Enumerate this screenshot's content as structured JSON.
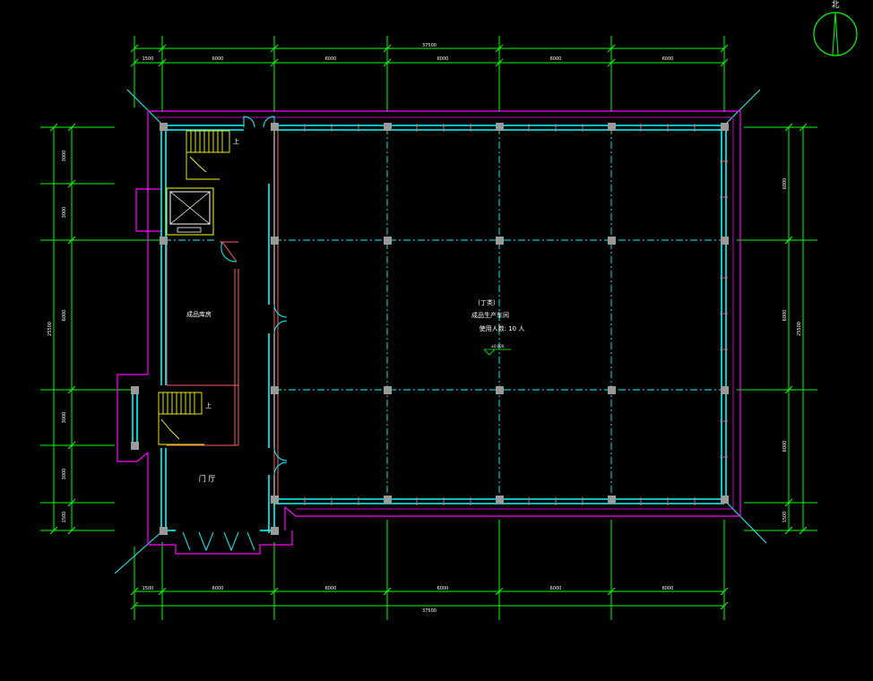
{
  "colors": {
    "background": "#000000",
    "dimension": "#00ff00",
    "wall": "#00ffff",
    "outline": "#ff00ff",
    "partition": "#ff6060",
    "stair": "#ffff00",
    "column": "#9a9a9a",
    "text": "#ffffff"
  },
  "north": {
    "label": "北"
  },
  "dimensions": {
    "top_total": "37500",
    "top_segments": [
      "1500",
      "6000",
      "6000",
      "6000",
      "6000",
      "6000"
    ],
    "bottom_total": "37500",
    "bottom_segments": [
      "1500",
      "6000",
      "6000",
      "6000",
      "6000",
      "6000"
    ],
    "left_segments": [
      "3000",
      "3000",
      "6000",
      "3000",
      "3000",
      "1500"
    ],
    "left_total": "25500",
    "right_segments": [
      "6000",
      "6000",
      "6000",
      "1500"
    ],
    "right_total": "25500"
  },
  "rooms": {
    "workshop_floor": "(丁类)",
    "workshop_name": "成品生产车间",
    "workshop_occupancy": "使用人数:  10 人",
    "elevation": "±0.000",
    "storage": "成品库房",
    "hall": "门  厅"
  },
  "stairs": {
    "upper_label": "上",
    "lower_label": "上"
  }
}
